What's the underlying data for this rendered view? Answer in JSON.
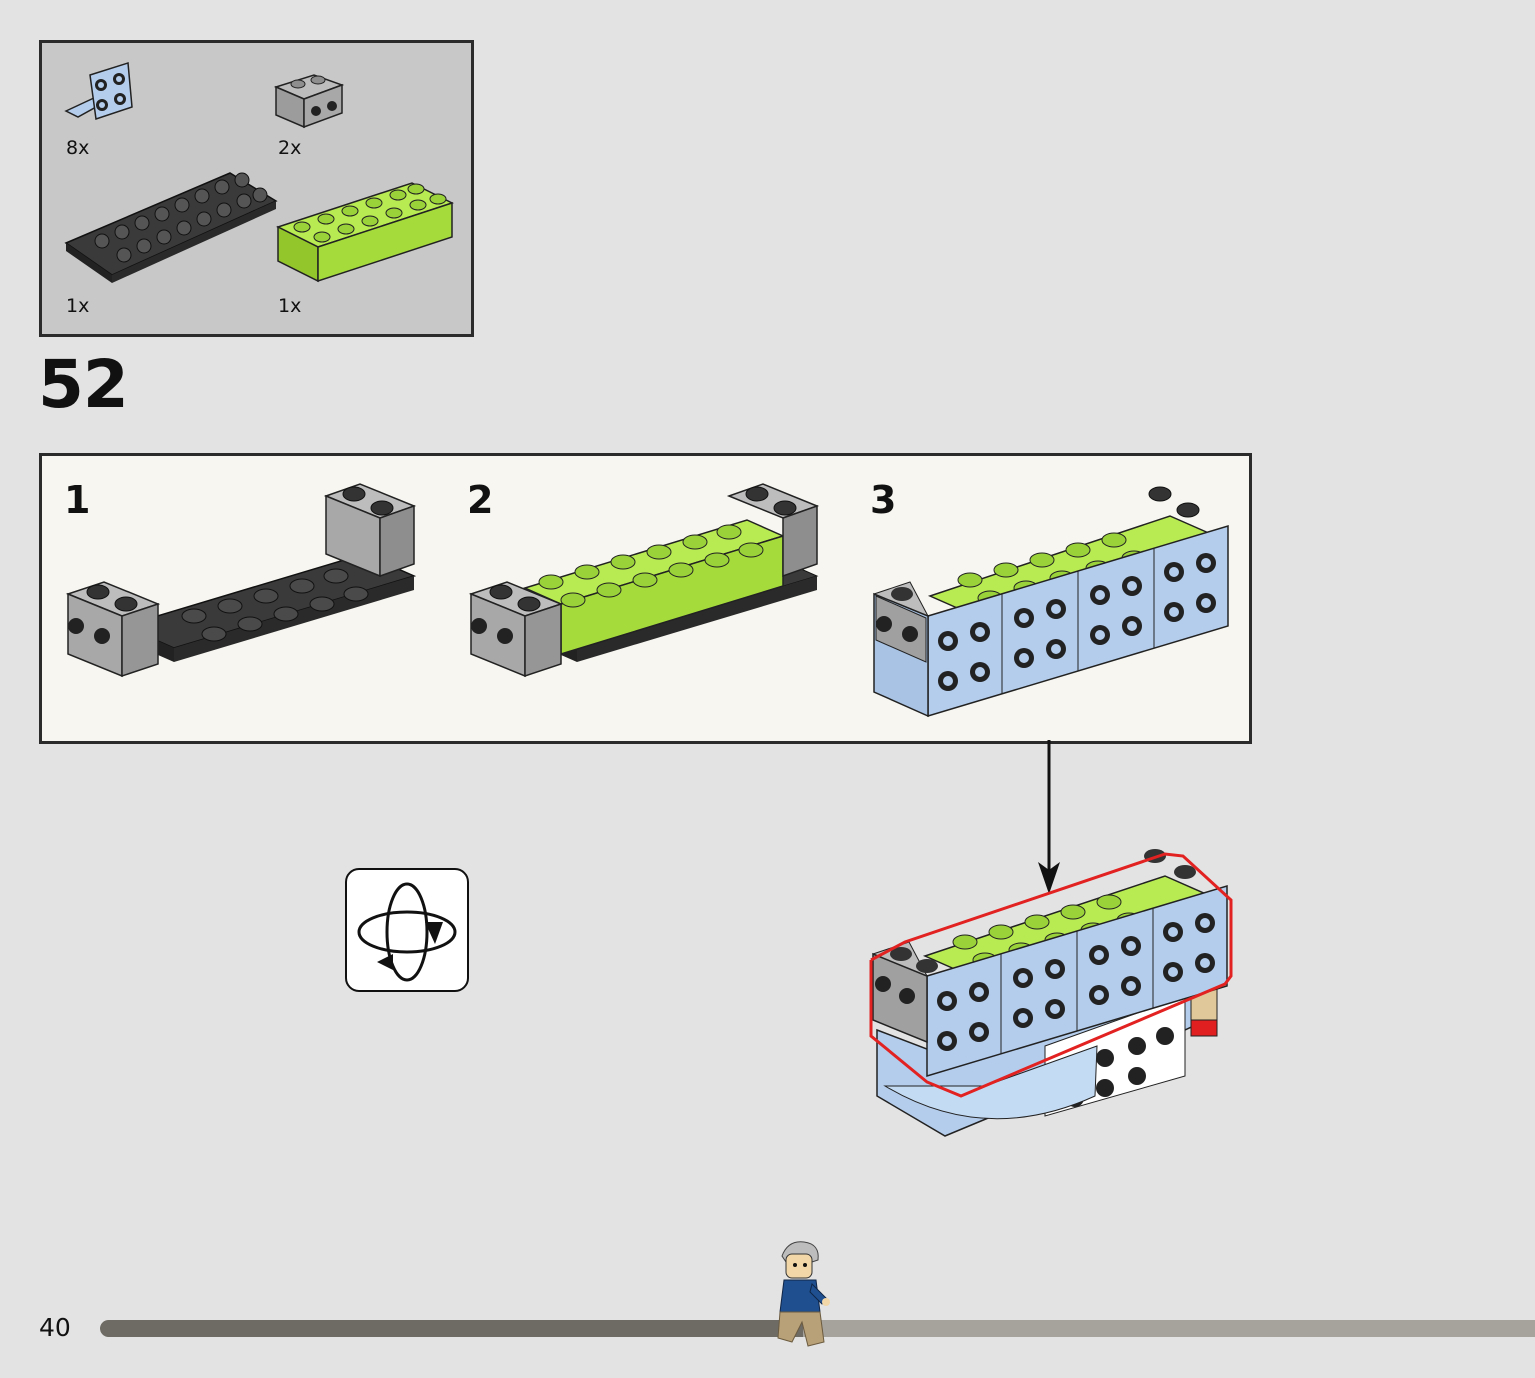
{
  "parts": {
    "items": [
      {
        "qty": "8x",
        "icon": "light-blue-bracket-1x2-2x2"
      },
      {
        "qty": "2x",
        "icon": "gray-brick-1x2-with-studs-on-side"
      },
      {
        "qty": "1x",
        "icon": "black-technic-plate-2x8"
      },
      {
        "qty": "1x",
        "icon": "lime-brick-2x6"
      }
    ]
  },
  "step": {
    "number": "52"
  },
  "substeps": [
    {
      "number": "1"
    },
    {
      "number": "2"
    },
    {
      "number": "3"
    }
  ],
  "rotate": {
    "icon": "rotate-model-icon"
  },
  "footer": {
    "page_number": "40",
    "progress": 0.49
  },
  "colors": {
    "background": "#e3e3e3",
    "panel": "#f7f6f0",
    "lime": "#a5dc3c",
    "light_blue": "#b4cdec",
    "gray": "#a6a6a6",
    "black": "#2c2c2c",
    "highlight": "#e22121"
  }
}
